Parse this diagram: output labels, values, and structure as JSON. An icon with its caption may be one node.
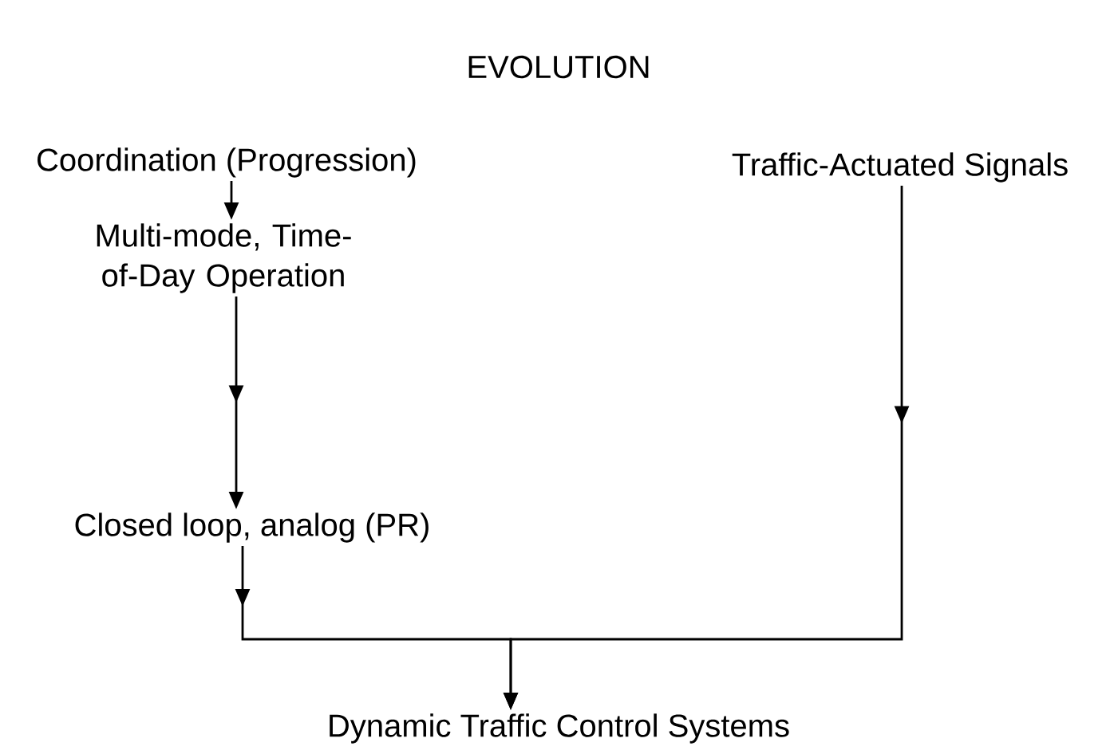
{
  "diagram": {
    "title": "EVOLUTION",
    "nodes": [
      {
        "text": [
          "Coordination (Progression)"
        ]
      },
      {
        "text": [
          "Multi-mode, Time-of-Day Operation"
        ]
      },
      {
        "text": [
          "Closed loop, analog (PR)"
        ]
      },
      {
        "text": [
          "Traffic-Actuated Signals"
        ]
      },
      {
        "text": [
          "Dynamic Traffic Control Systems"
        ]
      }
    ],
    "edges": [
      {
        "from": 0,
        "to": 1,
        "arrow": "to"
      },
      {
        "from": 1,
        "to": 2,
        "arrow": "to"
      },
      {
        "from": 2,
        "to": 4,
        "arrow": "to"
      },
      {
        "from": 3,
        "to": 4,
        "arrow": "to"
      }
    ]
  }
}
